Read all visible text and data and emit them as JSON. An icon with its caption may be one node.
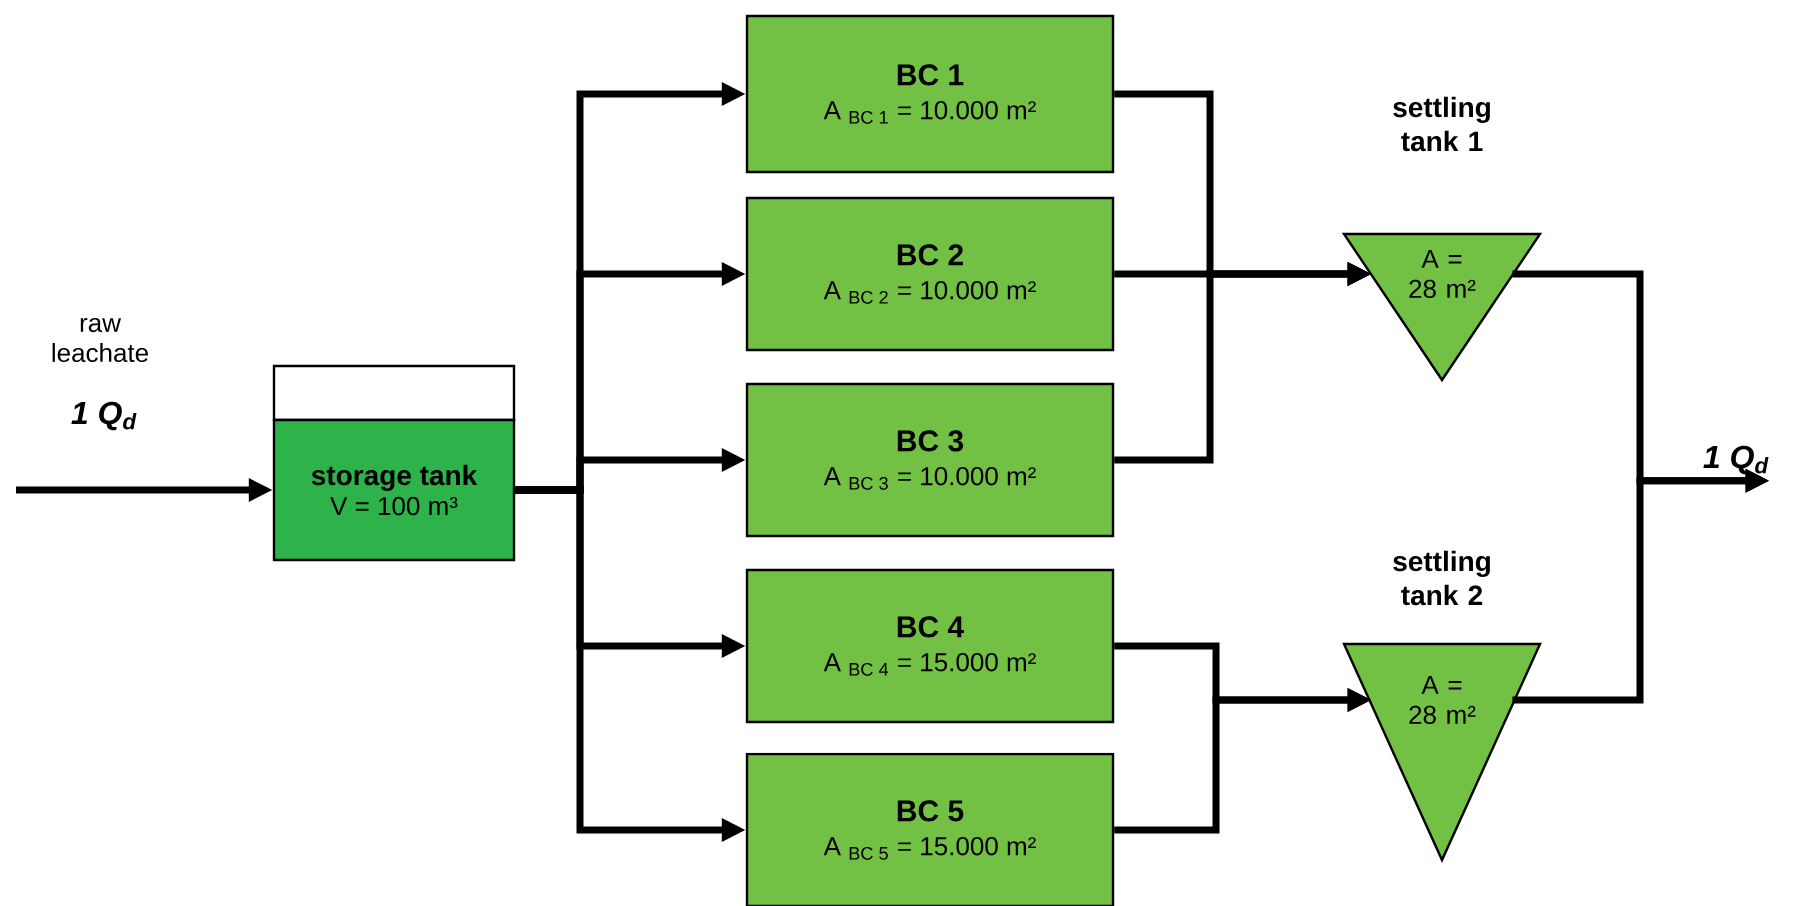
{
  "diagram": {
    "nodes": [
      {
        "text": [
          "storage tank",
          "V = 100 m³"
        ]
      },
      {
        "text": [
          "BC 1",
          "A $_{BC 1}$ = 10.000 m²"
        ]
      },
      {
        "text": [
          "BC 2",
          "A $_{BC 2}$ = 10.000 m²"
        ]
      },
      {
        "text": [
          "BC 3",
          "A $_{BC 3}$ = 10.000 m²"
        ]
      },
      {
        "text": [
          "BC 4",
          "A $_{BC 4}$ = 15.000 m²"
        ]
      },
      {
        "text": [
          "BC 5",
          "A $_{BC 5}$ = 15.000 m²"
        ]
      },
      {
        "text": [
          "settling tank 1",
          "A = 28 m²"
        ]
      },
      {
        "text": [
          "settling tank 2",
          "A = 28 m²"
        ]
      },
      {
        "text": [
          "1 Q$_{d}$"
        ]
      }
    ],
    "edges": [
      {
        "from": null,
        "to": 0,
        "arrow": "to"
      },
      {
        "from": 0,
        "to": 1,
        "arrow": "to"
      },
      {
        "from": 0,
        "to": 2,
        "arrow": "to"
      },
      {
        "from": 0,
        "to": 3,
        "arrow": "to"
      },
      {
        "from": 0,
        "to": 4,
        "arrow": "to"
      },
      {
        "from": 0,
        "to": 5,
        "arrow": "to"
      },
      {
        "from": 1,
        "to": 6,
        "arrow": "to"
      },
      {
        "from": 2,
        "to": 6,
        "arrow": "to"
      },
      {
        "from": 3,
        "to": 6,
        "arrow": "to"
      },
      {
        "from": 4,
        "to": 7,
        "arrow": "to"
      },
      {
        "from": 5,
        "to": 7,
        "arrow": "to"
      },
      {
        "from": 6,
        "to": 8,
        "arrow": "to"
      },
      {
        "from": 7,
        "to": 8,
        "arrow": "to"
      }
    ],
    "labels": [
      "raw leachate",
      "1 Q$_{d}$"
    ]
  }
}
